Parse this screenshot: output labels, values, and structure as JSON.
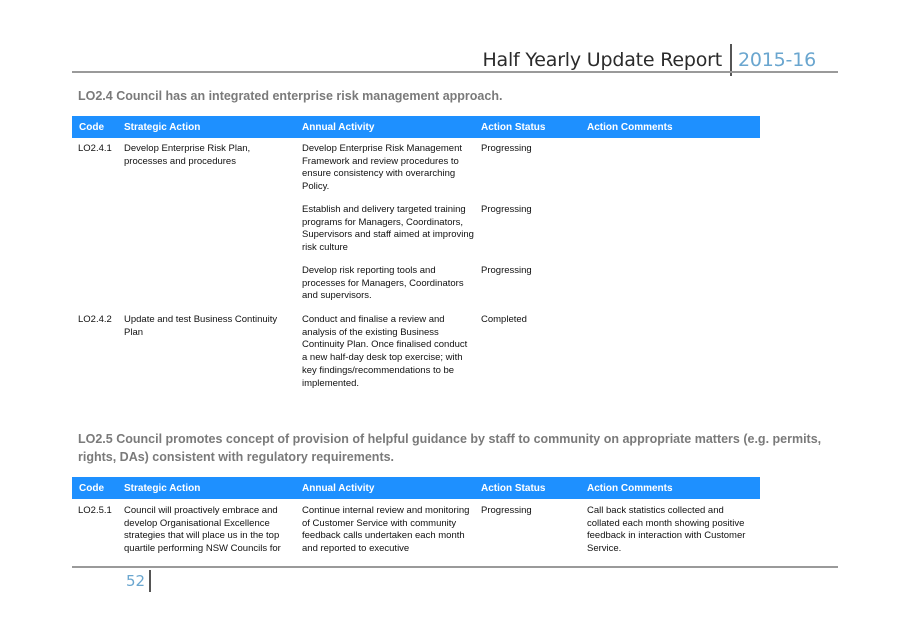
{
  "header": {
    "title": "Half Yearly Update Report",
    "year": "2015-16"
  },
  "columns": [
    "Code",
    "Strategic Action",
    "Annual Activity",
    "Action Status",
    "Action Comments"
  ],
  "sections": [
    {
      "heading": "LO2.4 Council has an integrated enterprise risk management approach.",
      "rows": [
        {
          "code": "LO2.4.1",
          "strategic_action": "Develop Enterprise Risk Plan, processes and procedures",
          "activity": "Develop Enterprise Risk Management Framework and review procedures to ensure consistency with overarching Policy.",
          "status": "Progressing",
          "comments": ""
        },
        {
          "code": "",
          "strategic_action": "",
          "activity": "Establish and delivery targeted training programs for Managers, Coordinators, Supervisors and staff aimed at improving risk culture",
          "status": "Progressing",
          "comments": ""
        },
        {
          "code": "",
          "strategic_action": "",
          "activity": "Develop risk reporting tools and processes for Managers, Coordinators and supervisors.",
          "status": "Progressing",
          "comments": ""
        },
        {
          "code": "LO2.4.2",
          "strategic_action": "Update and test Business Continuity Plan",
          "activity": "Conduct and finalise a review and analysis of the existing Business Continuity Plan. Once finalised conduct a new half-day desk top exercise; with key findings/recommendations to be implemented.",
          "status": "Completed",
          "comments": ""
        }
      ]
    },
    {
      "heading": "LO2.5 Council promotes concept of provision of helpful guidance by staff to community on appropriate matters (e.g. permits, rights, DAs) consistent with regulatory requirements.",
      "rows": [
        {
          "code": "LO2.5.1",
          "strategic_action": "Council will proactively embrace and develop Organisational Excellence strategies that will place us in the top quartile performing NSW Councils for",
          "activity": "Continue internal review and monitoring of Customer Service with community feedback calls undertaken each month and reported to executive",
          "status": "Progressing",
          "comments": "Call back statistics collected and collated each month showing positive feedback in interaction with Customer Service."
        }
      ]
    }
  ],
  "footer": {
    "page_number": "52"
  }
}
